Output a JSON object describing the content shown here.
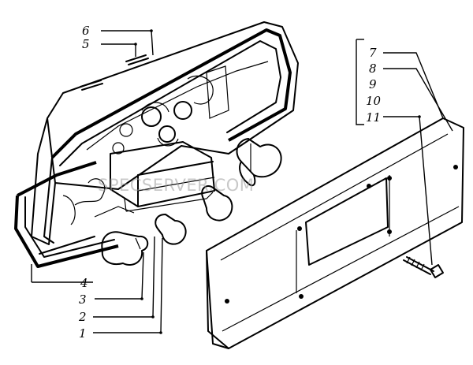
{
  "callouts": {
    "c1": "1",
    "c2": "2",
    "c3": "3",
    "c4": "4",
    "c5": "5",
    "c6": "6",
    "c7": "7",
    "c8": "8",
    "c9": "9",
    "c10": "10",
    "c11": "11"
  },
  "watermark": "SPECSERVER.COM"
}
